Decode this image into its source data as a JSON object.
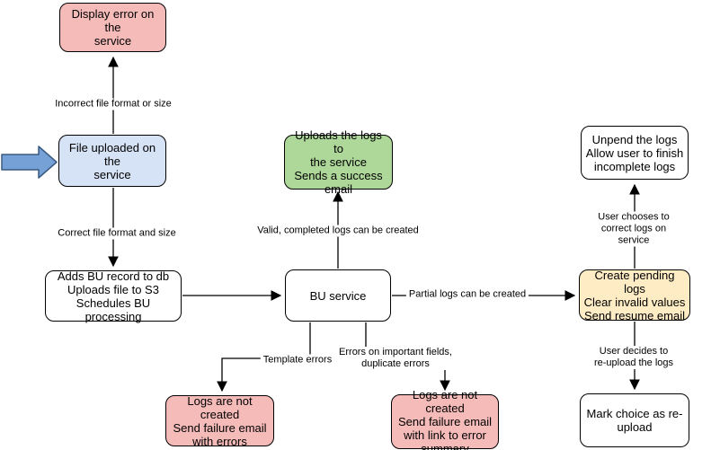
{
  "diagram": {
    "type": "flowchart",
    "colors": {
      "pink": "#f5bbb9",
      "blue": "#d6e2f5",
      "green": "#aed79a",
      "yellow": "#feecc5",
      "white": "#ffffff",
      "stroke": "#000000",
      "block_arrow_fill": "#76a1d6",
      "block_arrow_stroke": "#3a5a80"
    },
    "icons": {
      "entry_arrow": "block-arrow-right"
    },
    "nodes": [
      {
        "id": "display-error",
        "label": "Display error on the\nservice",
        "fill": "pink"
      },
      {
        "id": "file-uploaded",
        "label": "File uploaded on the\nservice",
        "fill": "blue"
      },
      {
        "id": "adds-bu-record",
        "label": "Adds BU record to db\nUploads file to S3\nSchedules BU processing",
        "fill": "white"
      },
      {
        "id": "bu-service",
        "label": "BU service",
        "fill": "white"
      },
      {
        "id": "uploads-logs",
        "label": "Uploads the logs to\nthe service\nSends a success\nemail",
        "fill": "green"
      },
      {
        "id": "unpend-logs",
        "label": "Unpend the logs\nAllow user to finish\nincomplete logs",
        "fill": "white"
      },
      {
        "id": "create-pending-logs",
        "label": "Create pending logs\nClear invalid values\nSend resume email",
        "fill": "yellow"
      },
      {
        "id": "mark-reupload",
        "label": "Mark choice as re-\nupload",
        "fill": "white"
      },
      {
        "id": "logs-not-created-errors",
        "label": "Logs are not created\nSend failure email\nwith errors",
        "fill": "pink"
      },
      {
        "id": "logs-not-created-summary",
        "label": "Logs are not created\nSend failure email\nwith link to error\nsummary",
        "fill": "pink"
      }
    ],
    "edge_labels": [
      {
        "id": "incorrect-format",
        "text": "Incorrect file format or size"
      },
      {
        "id": "correct-format",
        "text": "Correct file format and size"
      },
      {
        "id": "valid-logs",
        "text": "Valid, completed logs can be created"
      },
      {
        "id": "partial-logs",
        "text": "Partial logs can be created"
      },
      {
        "id": "template-errors",
        "text": "Template errors"
      },
      {
        "id": "field-errors",
        "text": "Errors on important fields,\nduplicate errors"
      },
      {
        "id": "user-corrects",
        "text": "User chooses to correct logs on service"
      },
      {
        "id": "user-reuploads",
        "text": "User decides to re-upload the logs"
      }
    ]
  }
}
